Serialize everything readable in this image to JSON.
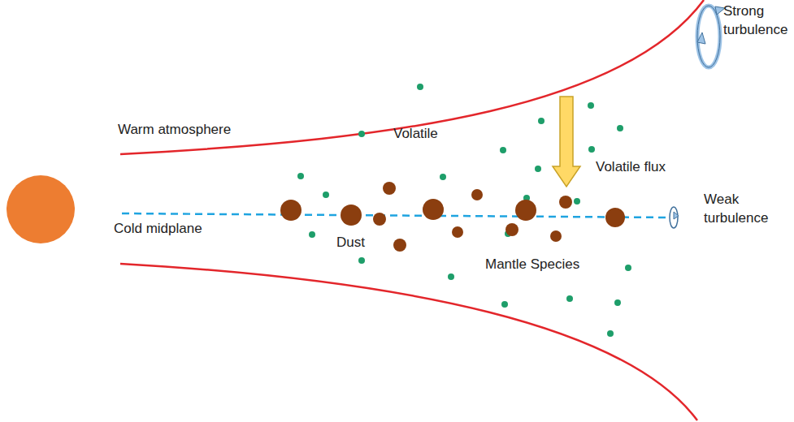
{
  "diagram": {
    "labels": [
      "Strong turbulence",
      "Warm atmosphere",
      "Volatile",
      "Volatile flux",
      "Weak turbulence",
      "Cold midplane",
      "Dust",
      "Mantle Species"
    ]
  }
}
